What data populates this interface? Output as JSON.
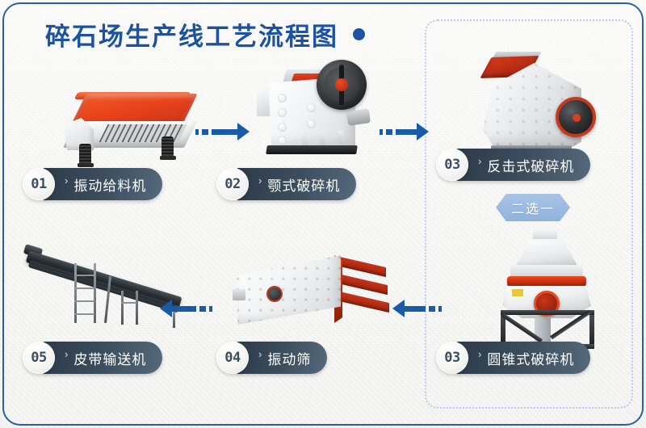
{
  "page": {
    "title": "碎石场生产线工艺流程图",
    "title_dot": "•",
    "border_color": "#2a5fa8",
    "title_color": "#1c52a0",
    "arrow_color": "#1a5ba8",
    "plate_color": "#2c3b49",
    "choose_color": "#8fb2dd"
  },
  "steps": [
    {
      "id": "01",
      "num": "01",
      "label": "振动给料机",
      "caret": "›",
      "machine": "vibrating-feeder"
    },
    {
      "id": "02",
      "num": "02",
      "label": "颚式破碎机",
      "caret": "›",
      "machine": "jaw-crusher"
    },
    {
      "id": "03a",
      "num": "03",
      "label": "反击式破碎机",
      "caret": "›",
      "machine": "impact-crusher"
    },
    {
      "id": "03b",
      "num": "03",
      "label": "圆锥式破碎机",
      "caret": "›",
      "machine": "cone-crusher"
    },
    {
      "id": "04",
      "num": "04",
      "label": "振动筛",
      "caret": "›",
      "machine": "vibrating-screen"
    },
    {
      "id": "05",
      "num": "05",
      "label": "皮带输送机",
      "caret": "›",
      "machine": "belt-conveyor"
    }
  ],
  "alternative": {
    "label": "二选一"
  },
  "arrows": [
    {
      "id": "a1",
      "direction": "right",
      "from": "01",
      "to": "02"
    },
    {
      "id": "a2",
      "direction": "right",
      "from": "02",
      "to": "03a"
    },
    {
      "id": "a3",
      "direction": "left",
      "from": "03b",
      "to": "04"
    },
    {
      "id": "a4",
      "direction": "left",
      "from": "04",
      "to": "05"
    }
  ]
}
